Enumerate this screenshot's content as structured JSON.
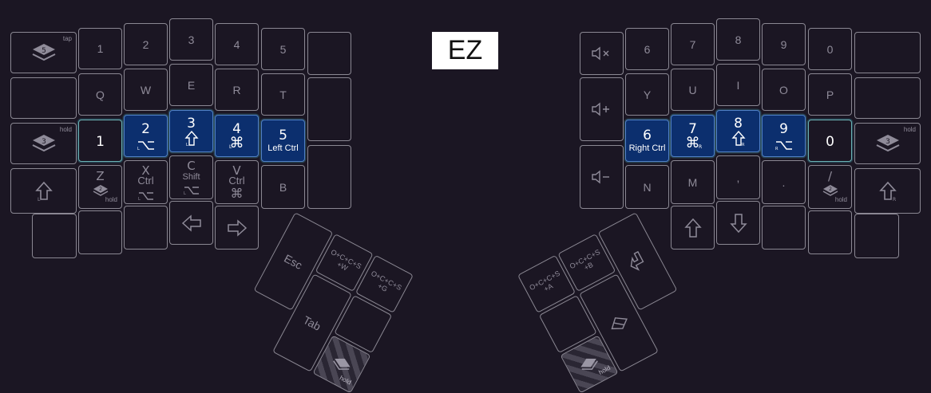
{
  "logo": {
    "text": "EZ"
  },
  "colors": {
    "background": "#1b1623",
    "active_key": "#0c2f6e",
    "key_border": "#8a8792",
    "key_text": "#8f8b99"
  },
  "left": {
    "k_tl": {
      "corner": "tap"
    },
    "num": [
      "1",
      "2",
      "3",
      "4",
      "5"
    ],
    "qwert": [
      "Q",
      "W",
      "E",
      "R",
      "T"
    ],
    "k_home_l": {
      "corner": "hold"
    },
    "home": [
      {
        "main": "1"
      },
      {
        "main": "2"
      },
      {
        "main": "3"
      },
      {
        "main": "4"
      },
      {
        "main": "5",
        "sub": "Left Ctrl"
      }
    ],
    "bottom": {
      "z": {
        "main": "Z",
        "hold": "hold"
      },
      "x": {
        "main": "X",
        "sub": "Ctrl"
      },
      "c": {
        "main": "C",
        "sub": "Shift"
      },
      "v": {
        "main": "V",
        "sub": "Ctrl"
      },
      "b": {
        "main": "B"
      }
    },
    "thumb": {
      "esc": "Esc",
      "tab": "Tab",
      "w": "O+C+C+S\n+W",
      "g": "O+C+C+S\n+G",
      "hold": "hold"
    }
  },
  "right": {
    "num": [
      "6",
      "7",
      "8",
      "9",
      "0"
    ],
    "yuiop": [
      "Y",
      "U",
      "I",
      "O",
      "P"
    ],
    "home": [
      {
        "main": "6",
        "sub": "Right Ctrl"
      },
      {
        "main": "7"
      },
      {
        "main": "8"
      },
      {
        "main": "9"
      },
      {
        "main": "0"
      }
    ],
    "k_home_r": {
      "corner": "hold"
    },
    "bottom": {
      "n": "N",
      "m": "M",
      "comma": ",",
      "dot": ".",
      "slash": "/",
      "hold": "hold"
    },
    "thumb": {
      "a": "O+C+C+S\n+A",
      "b": "O+C+C+S\n+B",
      "hold": "hold"
    }
  }
}
